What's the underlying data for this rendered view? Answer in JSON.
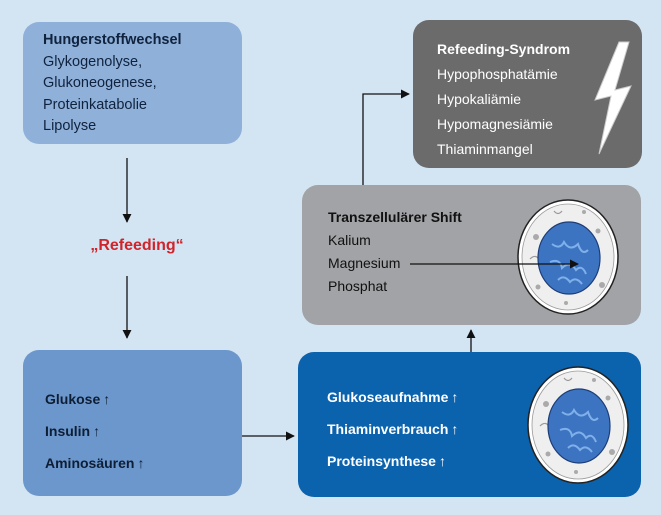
{
  "hunger": {
    "title": "Hungerstoffwechsel",
    "items": [
      "Glykogenolyse,",
      "Glukoneogenese,",
      "Proteinkatabolie",
      "Lipolyse"
    ]
  },
  "refeeding_label": "„Refeeding“",
  "glukose_box": {
    "items": [
      "Glukose",
      "Insulin",
      "Aminosäuren"
    ],
    "arrow_glyph": "↑"
  },
  "aufnahme_box": {
    "items": [
      "Glukoseaufnahme",
      "Thiaminverbrauch",
      "Proteinsynthese"
    ],
    "arrow_glyph": "↑"
  },
  "shift_box": {
    "title": "Transzellulärer Shift",
    "items": [
      "Kalium",
      "Magnesium",
      "Phosphat"
    ]
  },
  "syndrome_box": {
    "title": "Refeeding-Syndrom",
    "items": [
      "Hypophosphatämie",
      "Hypokaliämie",
      "Hypomagnesiämie",
      "Thiaminmangel"
    ]
  },
  "colors": {
    "background": "#d3e4f2",
    "hunger_box": "#8fb0d9",
    "glukose_box": "#6b97cc",
    "aufnahme_box": "#0b62ad",
    "shift_box": "#a2a3a6",
    "syndrome_box": "#6b6b6b",
    "refeeding_text": "#d2232a"
  },
  "icons": {
    "cell": "cell-icon",
    "lightning": "lightning-bolt-icon"
  }
}
